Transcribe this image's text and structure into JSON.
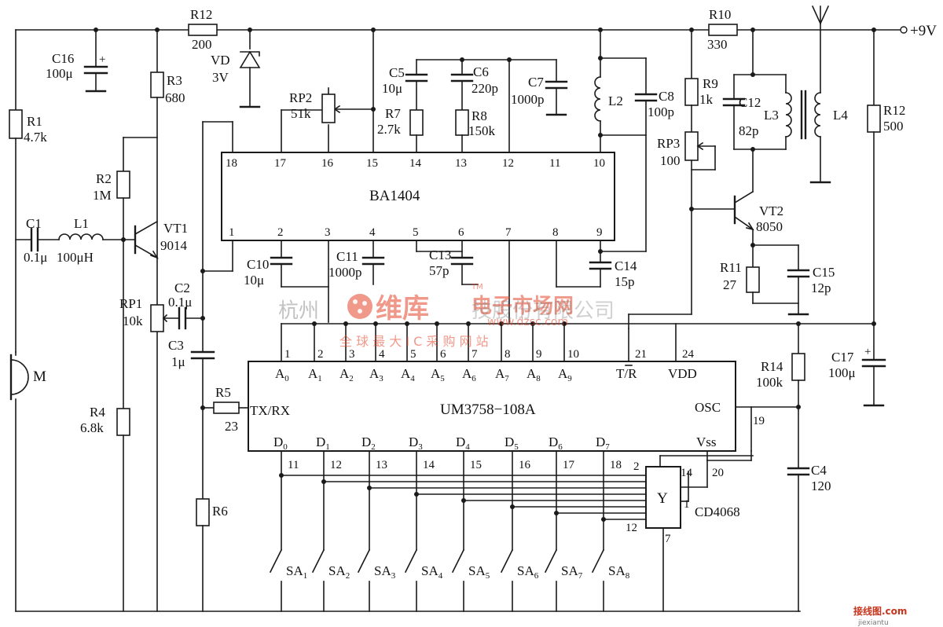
{
  "supply": {
    "label": "+9V"
  },
  "components": {
    "R1": {
      "ref": "R1",
      "value": "4.7k"
    },
    "R2": {
      "ref": "R2",
      "value": "1M"
    },
    "R3": {
      "ref": "R3",
      "value": "680"
    },
    "R4": {
      "ref": "R4",
      "value": "6.8k"
    },
    "R5": {
      "ref": "R5",
      "value": "23"
    },
    "R6": {
      "ref": "R6"
    },
    "R7": {
      "ref": "R7",
      "value": "2.7k"
    },
    "R8": {
      "ref": "R8",
      "value": "150k"
    },
    "R9": {
      "ref": "R9",
      "value": "1k"
    },
    "R10": {
      "ref": "R10",
      "value": "330"
    },
    "R11": {
      "ref": "R11",
      "value": "27"
    },
    "R12a": {
      "ref": "R12",
      "value": "200"
    },
    "R12b": {
      "ref": "R12",
      "value": "500"
    },
    "R14": {
      "ref": "R14",
      "value": "100k"
    },
    "RP1": {
      "ref": "RP1",
      "value": "10k"
    },
    "RP2": {
      "ref": "RP2",
      "value": "51k"
    },
    "RP3": {
      "ref": "RP3",
      "value": "100"
    },
    "C1": {
      "ref": "C1",
      "value": "0.1μ"
    },
    "C2": {
      "ref": "C2",
      "value": "0.1μ"
    },
    "C3": {
      "ref": "C3",
      "value": "1μ"
    },
    "C4": {
      "ref": "C4",
      "value": "120"
    },
    "C5": {
      "ref": "C5",
      "value": "10μ"
    },
    "C6": {
      "ref": "C6",
      "value": "220p"
    },
    "C7": {
      "ref": "C7",
      "value": "1000p"
    },
    "C8": {
      "ref": "C8",
      "value": "100p"
    },
    "C10": {
      "ref": "C10",
      "value": "10μ"
    },
    "C11": {
      "ref": "C11",
      "value": "1000p"
    },
    "C12": {
      "ref": "C12",
      "value": "82p"
    },
    "C13": {
      "ref": "C13",
      "value": "57p"
    },
    "C14": {
      "ref": "C14",
      "value": "15p"
    },
    "C15": {
      "ref": "C15",
      "value": "12p"
    },
    "C16": {
      "ref": "C16",
      "value": "100μ"
    },
    "C17": {
      "ref": "C17",
      "value": "100μ"
    },
    "L1": {
      "ref": "L1",
      "value": "100μH"
    },
    "L2": {
      "ref": "L2"
    },
    "L3": {
      "ref": "L3"
    },
    "L4": {
      "ref": "L4"
    },
    "VD": {
      "ref": "VD",
      "value": "3V"
    },
    "VT1": {
      "ref": "VT1",
      "value": "9014"
    },
    "VT2": {
      "ref": "VT2",
      "value": "8050"
    },
    "M": {
      "ref": "M"
    },
    "Y": {
      "ref": "Y",
      "value": "CD4068"
    }
  },
  "ic_ba1404": {
    "name": "BA1404",
    "top_pins": [
      "18",
      "17",
      "16",
      "15",
      "14",
      "13",
      "12",
      "11",
      "10"
    ],
    "bottom_pins": [
      "1",
      "2",
      "3",
      "4",
      "5",
      "6",
      "7",
      "8",
      "9"
    ]
  },
  "ic_um3758": {
    "name": "UM3758−108A",
    "address_labels": [
      "A0",
      "A1",
      "A2",
      "A3",
      "A4",
      "A5",
      "A6",
      "A7",
      "A8",
      "A9"
    ],
    "address_pins": [
      "1",
      "2",
      "3",
      "4",
      "5",
      "6",
      "7",
      "8",
      "9",
      "10"
    ],
    "data_labels": [
      "D0",
      "D1",
      "D2",
      "D3",
      "D4",
      "D5",
      "D6",
      "D7"
    ],
    "data_pins": [
      "11",
      "12",
      "13",
      "14",
      "15",
      "16",
      "17",
      "18"
    ],
    "tr_label": "T/R",
    "tr_pin": "21",
    "vdd_label": "VDD",
    "vdd_pin": "24",
    "osc_label": "OSC",
    "osc_pin": "19",
    "vss_label": "Vss",
    "vss_pin": "20",
    "txrx_label": "TX/RX",
    "cd4068_pins": [
      "2",
      "14",
      "1",
      "12",
      "7"
    ]
  },
  "switches": [
    "SA1",
    "SA2",
    "SA3",
    "SA4",
    "SA5",
    "SA6",
    "SA7",
    "SA8"
  ],
  "watermark": {
    "left": "杭州",
    "brand": "维库",
    "title": "电子市场网",
    "right": "技股份有限公司",
    "url": "www.dzsc.com",
    "slogan": "全 球 最 大 I C 采 购 网 站",
    "corner": "接线图.com",
    "corner_sub": "jiexiantu",
    "tm": "TM"
  }
}
